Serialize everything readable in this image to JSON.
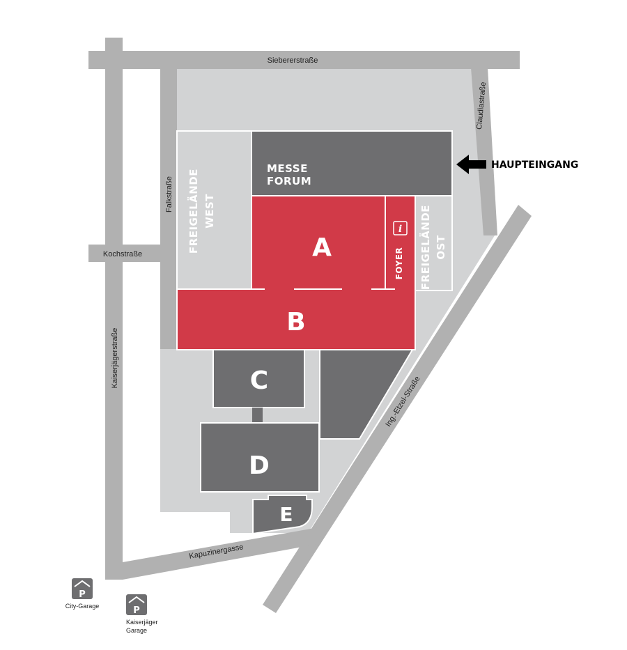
{
  "colors": {
    "road": "#b1b1b1",
    "ground": "#d2d3d4",
    "hall_dark": "#6e6e70",
    "hall_red": "#d13a48",
    "open_area": "#d2d3d4",
    "arrow": "#000000"
  },
  "streets": {
    "siebererstrasse": "Siebererstraße",
    "claudiastrasse": "Claudiastraße",
    "falkstrasse": "Falkstraße",
    "kochstrasse": "Kochstraße",
    "kaiserjaegerstrasse": "Kaiserjägerstraße",
    "ing_etzel_strasse": "Ing.-Etzel-Straße",
    "kapuzinergasse": "Kapuzinergasse"
  },
  "areas": {
    "messe_forum": [
      "MESSE",
      "FORUM"
    ],
    "freigelaende_west": [
      "FREIGELÄNDE",
      "WEST"
    ],
    "freigelaende_ost": [
      "FREIGELÄNDE",
      "OST"
    ],
    "foyer": "FOYER"
  },
  "halls": {
    "a": "A",
    "b": "B",
    "c": "C",
    "d": "D",
    "e": "E"
  },
  "info": {
    "icon": "info-icon",
    "glyph": "i"
  },
  "entrance": {
    "label": "HAUPTEINGANG",
    "icon": "arrow-left-icon"
  },
  "parking": [
    {
      "icon": "parking-icon",
      "glyph": "P",
      "label_lines": [
        "City-Garage"
      ]
    },
    {
      "icon": "parking-icon",
      "glyph": "P",
      "label_lines": [
        "Kaiserjäger",
        "Garage"
      ]
    }
  ]
}
